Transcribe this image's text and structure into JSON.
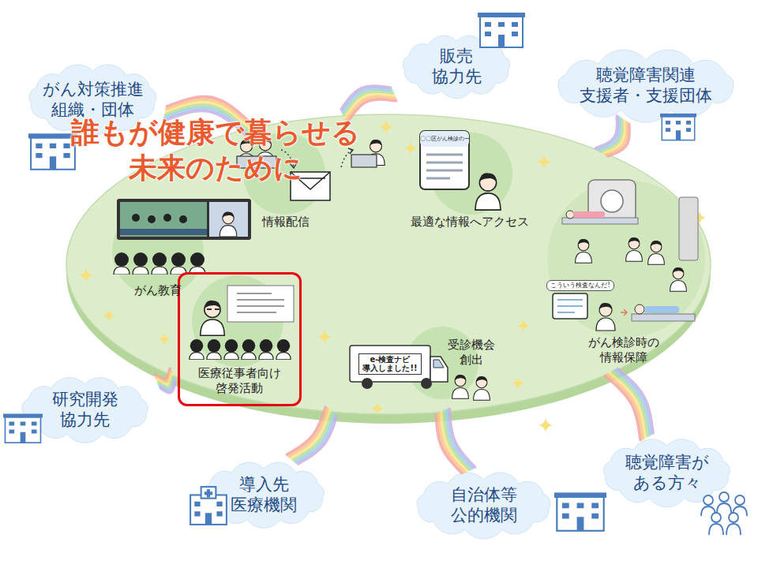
{
  "diagram": {
    "nodes": [
      {
        "text": [
          "誰もが健康で暮らせる 未来のために"
        ]
      },
      {
        "text": [
          "情報配信"
        ],
        "in": 0
      },
      {
        "text": [
          "最適な情報へアクセス"
        ],
        "in": 0
      },
      {
        "text": [
          "がん教育"
        ],
        "in": 0
      },
      {
        "text": [
          "医療従事者向け 啓発活動"
        ],
        "in": 0
      },
      {
        "text": [
          "受診機会 創出"
        ],
        "in": 0
      },
      {
        "text": [
          "がん検診時の 情報保障"
        ],
        "in": 0
      },
      {
        "text": [
          "がん対策推進 組織・団体"
        ]
      },
      {
        "text": [
          "販売 協力先"
        ]
      },
      {
        "text": [
          "聴覚障害関連 支援者・支援団体"
        ]
      },
      {
        "text": [
          "研究開発 協力先"
        ]
      },
      {
        "text": [
          "導入先 医療機関"
        ]
      },
      {
        "text": [
          "自治体等 公的機関"
        ]
      },
      {
        "text": [
          "聴覚障害が ある方々"
        ]
      }
    ],
    "edges": [
      {
        "from": 7,
        "to": 0,
        "arrow": "none"
      },
      {
        "from": 8,
        "to": 0,
        "arrow": "none"
      },
      {
        "from": 9,
        "to": 0,
        "arrow": "none"
      },
      {
        "from": 10,
        "to": 0,
        "arrow": "none"
      },
      {
        "from": 11,
        "to": 0,
        "arrow": "none"
      },
      {
        "from": 12,
        "to": 0,
        "arrow": "none"
      },
      {
        "from": 13,
        "to": 0,
        "arrow": "none"
      }
    ],
    "labels": [
      "〇〇区がん検診のー",
      "e-検査ナビ 導入しました!!",
      "こういう検査なんだ!"
    ]
  }
}
